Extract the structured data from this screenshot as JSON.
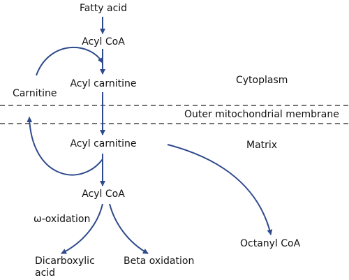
{
  "labels": {
    "fatty_acid": "Fatty acid",
    "acyl_coa_top": "Acyl CoA",
    "acyl_carnitine_top": "Acyl carnitine",
    "carnitine": "Carnitine",
    "cytoplasm": "Cytoplasm",
    "outer_membrane": "Outer mitochondrial membrane",
    "acyl_carnitine_matrix": "Acyl carnitine",
    "matrix": "Matrix",
    "acyl_coa_matrix": "Acyl CoA",
    "omega_oxidation": "ω-oxidation",
    "octanyl_coa": "Octanyl CoA",
    "dicarboxylic_line1": "Dicarboxylic",
    "dicarboxylic_line2": "acid",
    "beta_oxidation": "Beta oxidation"
  },
  "colors": {
    "arrow": "#2e4a8c",
    "membrane": "#222222",
    "text": "#111111"
  }
}
